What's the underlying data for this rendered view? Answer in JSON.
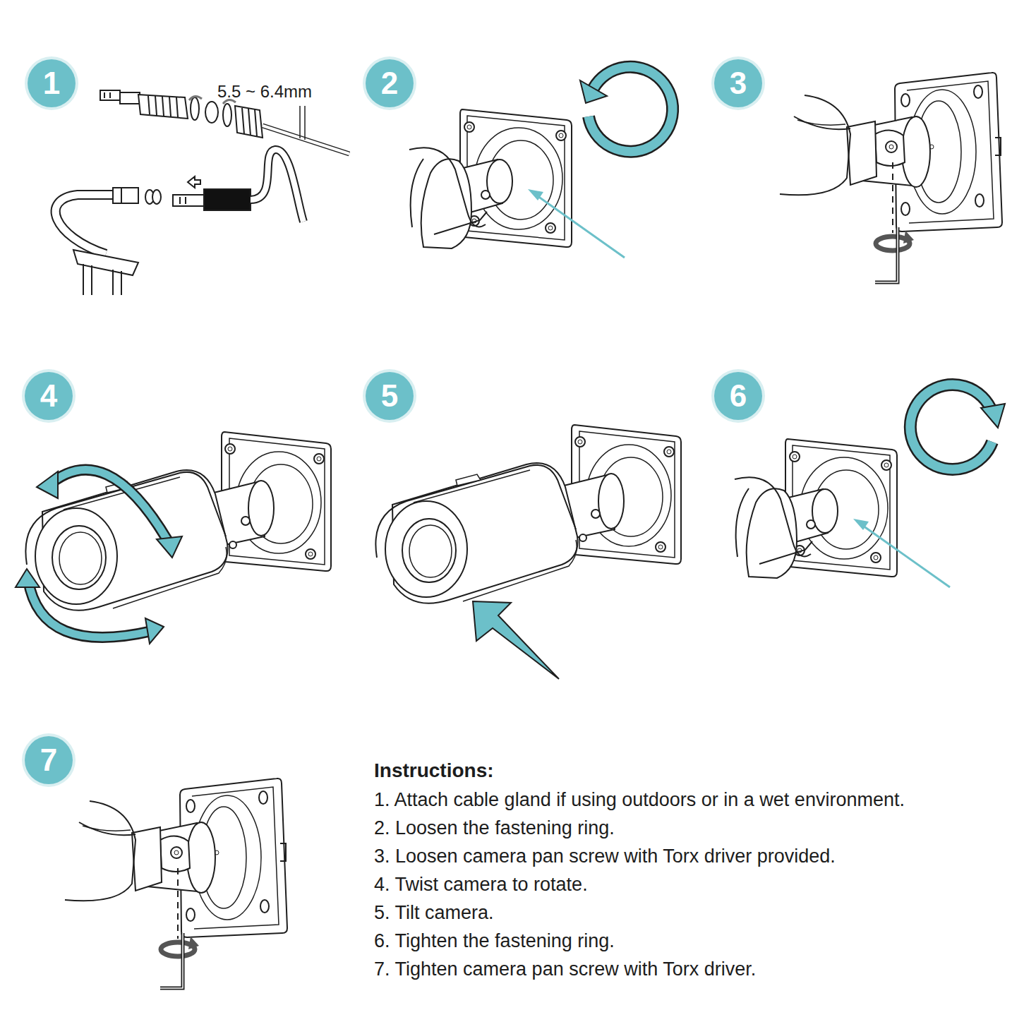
{
  "diagram": {
    "title": "Instructions:",
    "nodes": [
      {
        "text": [
          "1"
        ]
      },
      {
        "text": [
          "2"
        ]
      },
      {
        "text": [
          "3"
        ]
      },
      {
        "text": [
          "4"
        ]
      },
      {
        "text": [
          "5"
        ]
      },
      {
        "text": [
          "6"
        ]
      },
      {
        "text": [
          "7"
        ]
      }
    ],
    "labels": [
      "5.5 ~ 6.4mm",
      "1. Attach cable gland if using outdoors or in a wet environment.",
      "2. Loosen the fastening ring.",
      "3. Loosen camera pan screw with Torx driver provided.",
      "4. Twist camera to rotate.",
      "5. Tilt camera.",
      "6. Tighten the fastening ring.",
      "7. Tighten camera pan screw with Torx driver."
    ]
  }
}
